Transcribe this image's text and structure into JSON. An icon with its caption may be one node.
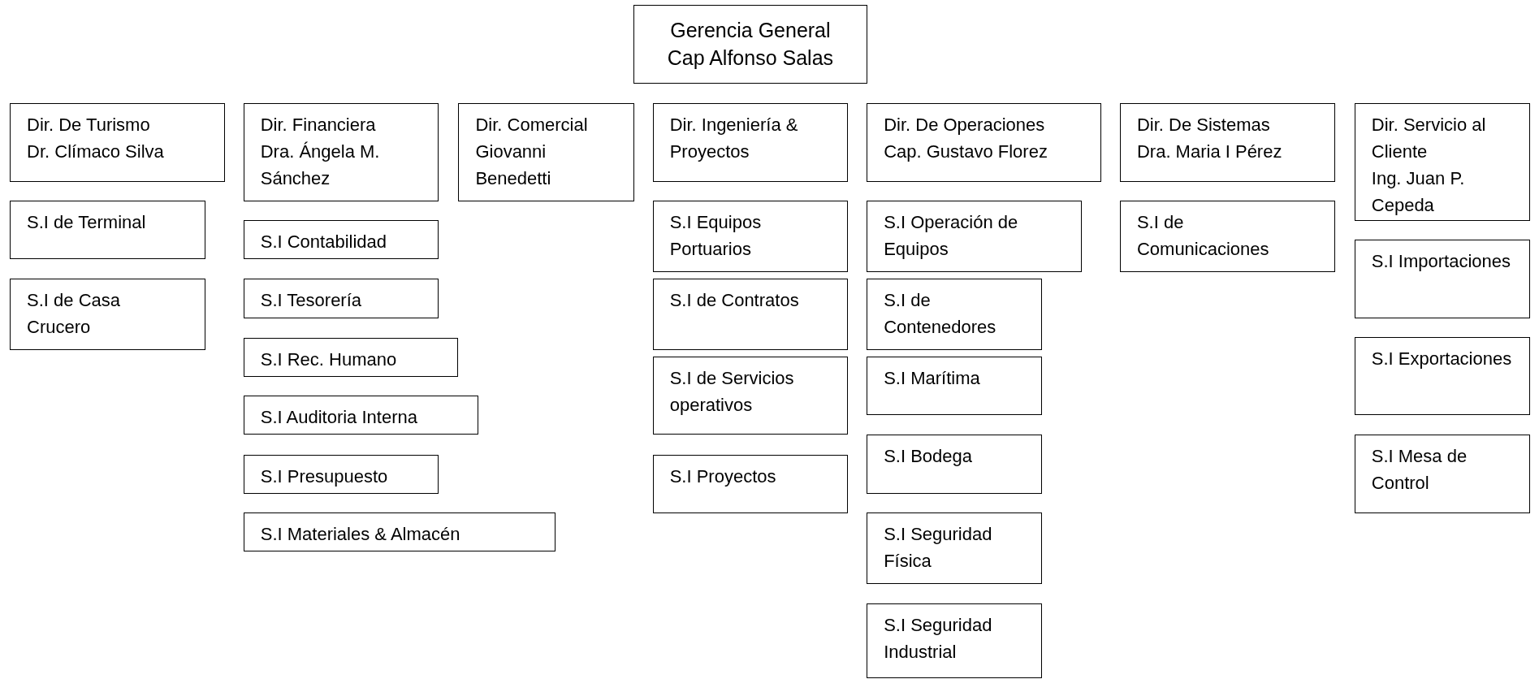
{
  "diagram": {
    "nodes": [
      {
        "text": [
          "Gerencia General",
          "Cap Alfonso Salas"
        ]
      },
      {
        "text": [
          "Dir. De Turismo",
          "Dr. Clímaco Silva"
        ]
      },
      {
        "text": [
          "S.I de Terminal"
        ]
      },
      {
        "text": [
          "S.I de Casa Crucero"
        ]
      },
      {
        "text": [
          "Dir. Financiera",
          "Dra. Ángela M. Sánchez"
        ]
      },
      {
        "text": [
          "S.I Contabilidad"
        ]
      },
      {
        "text": [
          "S.I Tesorería"
        ]
      },
      {
        "text": [
          "S.I Rec. Humano"
        ]
      },
      {
        "text": [
          "S.I Auditoria Interna"
        ]
      },
      {
        "text": [
          "S.I Presupuesto"
        ]
      },
      {
        "text": [
          "S.I Materiales & Almacén"
        ]
      },
      {
        "text": [
          "Dir. Comercial",
          "Giovanni Benedetti"
        ]
      },
      {
        "text": [
          "Dir. Ingeniería & Proyectos"
        ]
      },
      {
        "text": [
          "S.I Equipos Portuarios"
        ]
      },
      {
        "text": [
          "S.I de Contratos"
        ]
      },
      {
        "text": [
          "S.I de Servicios operativos"
        ]
      },
      {
        "text": [
          "S.I Proyectos"
        ]
      },
      {
        "text": [
          "Dir. De Operaciones",
          "Cap. Gustavo Florez"
        ]
      },
      {
        "text": [
          "S.I Operación de Equipos"
        ]
      },
      {
        "text": [
          "S.I de Contenedores"
        ]
      },
      {
        "text": [
          "S.I Marítima"
        ]
      },
      {
        "text": [
          "S.I Bodega"
        ]
      },
      {
        "text": [
          "S.I Seguridad Física"
        ]
      },
      {
        "text": [
          "S.I Seguridad Industrial"
        ]
      },
      {
        "text": [
          "Dir. De Sistemas",
          "Dra. Maria I Pérez"
        ]
      },
      {
        "text": [
          "S.I de Comunicaciones"
        ]
      },
      {
        "text": [
          "Dir. Servicio al Cliente",
          "Ing. Juan P. Cepeda"
        ]
      },
      {
        "text": [
          "S.I Importaciones"
        ]
      },
      {
        "text": [
          "S.I Exportaciones"
        ]
      },
      {
        "text": [
          "S.I Mesa de Control"
        ]
      }
    ]
  }
}
